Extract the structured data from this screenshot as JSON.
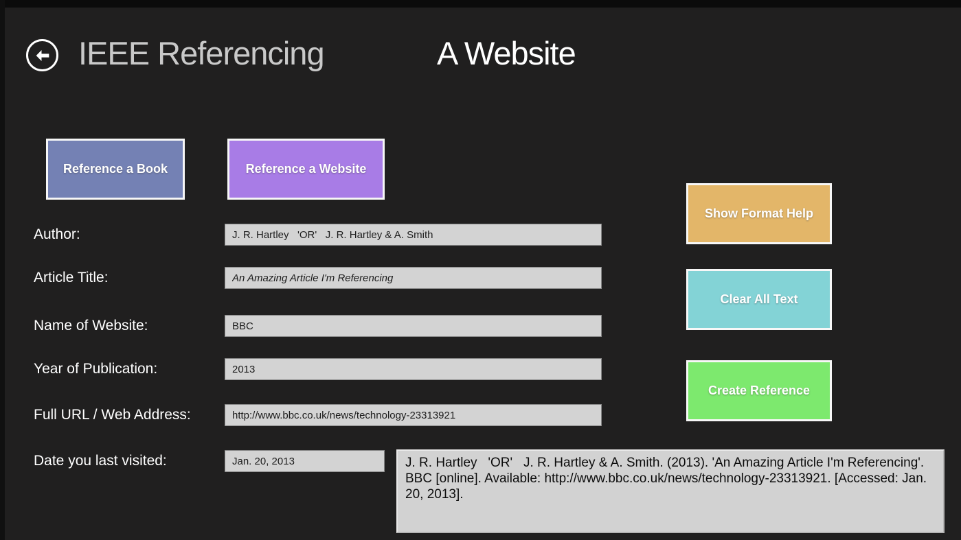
{
  "app": {
    "title": "IEEE Referencing",
    "page_title": "A Website"
  },
  "nav_buttons": {
    "book": {
      "label": "Reference a Book",
      "color": "#7481b4"
    },
    "website": {
      "label": "Reference a Website",
      "color": "#a87ce6"
    }
  },
  "form": {
    "fields": [
      {
        "label": "Author:",
        "value": "J. R. Hartley   'OR'   J. R. Hartley & A. Smith"
      },
      {
        "label": "Article Title:",
        "value": "An Amazing Article I'm Referencing"
      },
      {
        "label": "Name of Website:",
        "value": "BBC"
      },
      {
        "label": "Year of Publication:",
        "value": "2013"
      },
      {
        "label": "Full URL / Web Address:",
        "value": "http://www.bbc.co.uk/news/technology-23313921"
      },
      {
        "label": "Date you last visited:",
        "value": "Jan. 20, 2013"
      }
    ]
  },
  "action_buttons": {
    "help": {
      "label": "Show Format Help",
      "color": "#e3b669"
    },
    "clear": {
      "label": "Clear All Text",
      "color": "#83d3d6"
    },
    "create": {
      "label": "Create Reference",
      "color": "#7de96e"
    }
  },
  "output": {
    "reference_text": "J. R. Hartley   'OR'   J. R. Hartley & A. Smith. (2013). 'An Amazing Article I'm Referencing'. BBC [online]. Available: http://www.bbc.co.uk/news/technology-23313921. [Accessed: Jan. 20, 2013]."
  },
  "colors": {
    "background": "#201f1f",
    "input_background": "#d3d3d3",
    "button_border": "#f7f7f7",
    "title_gray": "#c9c9c9",
    "title_white": "#ffffff"
  }
}
